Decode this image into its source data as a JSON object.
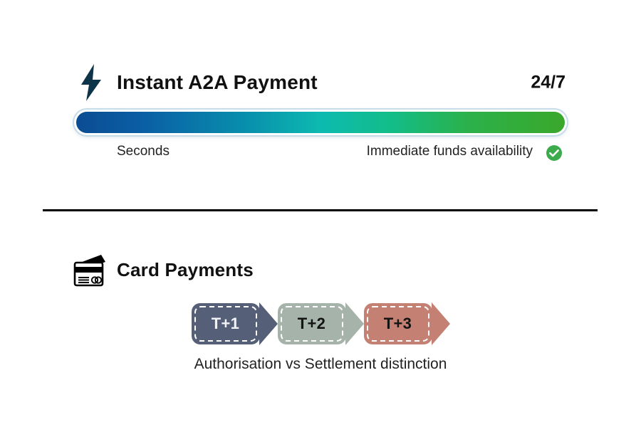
{
  "slide": {
    "background": "#ffffff",
    "divider_color": "#000000"
  },
  "instant": {
    "icon": "lightning-bolt-icon",
    "icon_color": "#0e3449",
    "title": "Instant A2A Payment",
    "availability": "24/7",
    "bar": {
      "gradient_start": "#0b4c93",
      "gradient_mid": "#0dbab0",
      "gradient_end": "#3aa82b"
    },
    "label_left": "Seconds",
    "label_right": "Immediate funds availability",
    "check_icon": "check-circle-icon",
    "check_color": "#3bab4b"
  },
  "card": {
    "icon": "credit-card-icon",
    "icon_color": "#000000",
    "title": "Card Payments",
    "caption": "Authorisation vs Settlement distinction",
    "steps": [
      {
        "label": "T+1",
        "fill": "#555f77",
        "text_color": "#f0f2f6"
      },
      {
        "label": "T+2",
        "fill": "#a6b3ab",
        "text_color": "#131313"
      },
      {
        "label": "T+3",
        "fill": "#c48173",
        "text_color": "#131313"
      }
    ]
  }
}
